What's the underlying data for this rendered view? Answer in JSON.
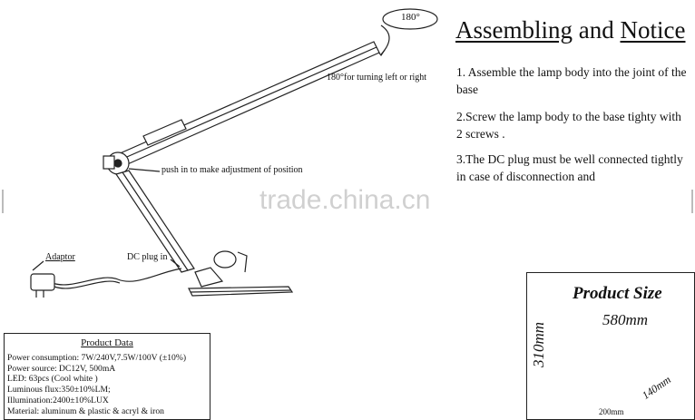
{
  "header": {
    "title_part1": "Assembling",
    "title_and": "and",
    "title_part2": "Notice"
  },
  "steps": [
    "1. Assemble the lamp body into the joint of the base",
    "2.Screw the lamp body to the base tighty with 2 screws .",
    "3.The DC plug must be well connected tightly in case of disconnection and"
  ],
  "diagram_labels": {
    "rotation_badge": "180°",
    "rotation_note": "180°for turning left or  right",
    "push_note": "push in to make adjustment of position",
    "adaptor": "Adaptor",
    "dc_plug": "DC plug in"
  },
  "product_data": {
    "title": "Product Data",
    "lines": [
      "Power consumption: 7W/240V,7.5W/100V (±10%)",
      "Power source: DC12V, 500mA",
      "LED: 63pcs (Cool white )",
      "Luminous flux:350±10%LM;",
      "Illumination:2400±10%LUX",
      "Material: aluminum & plastic & acryl & iron"
    ]
  },
  "product_size": {
    "title": "Product Size",
    "width": "580mm",
    "height": "310mm",
    "depth": "140mm",
    "base": "200mm"
  },
  "watermark": "trade.china.cn"
}
